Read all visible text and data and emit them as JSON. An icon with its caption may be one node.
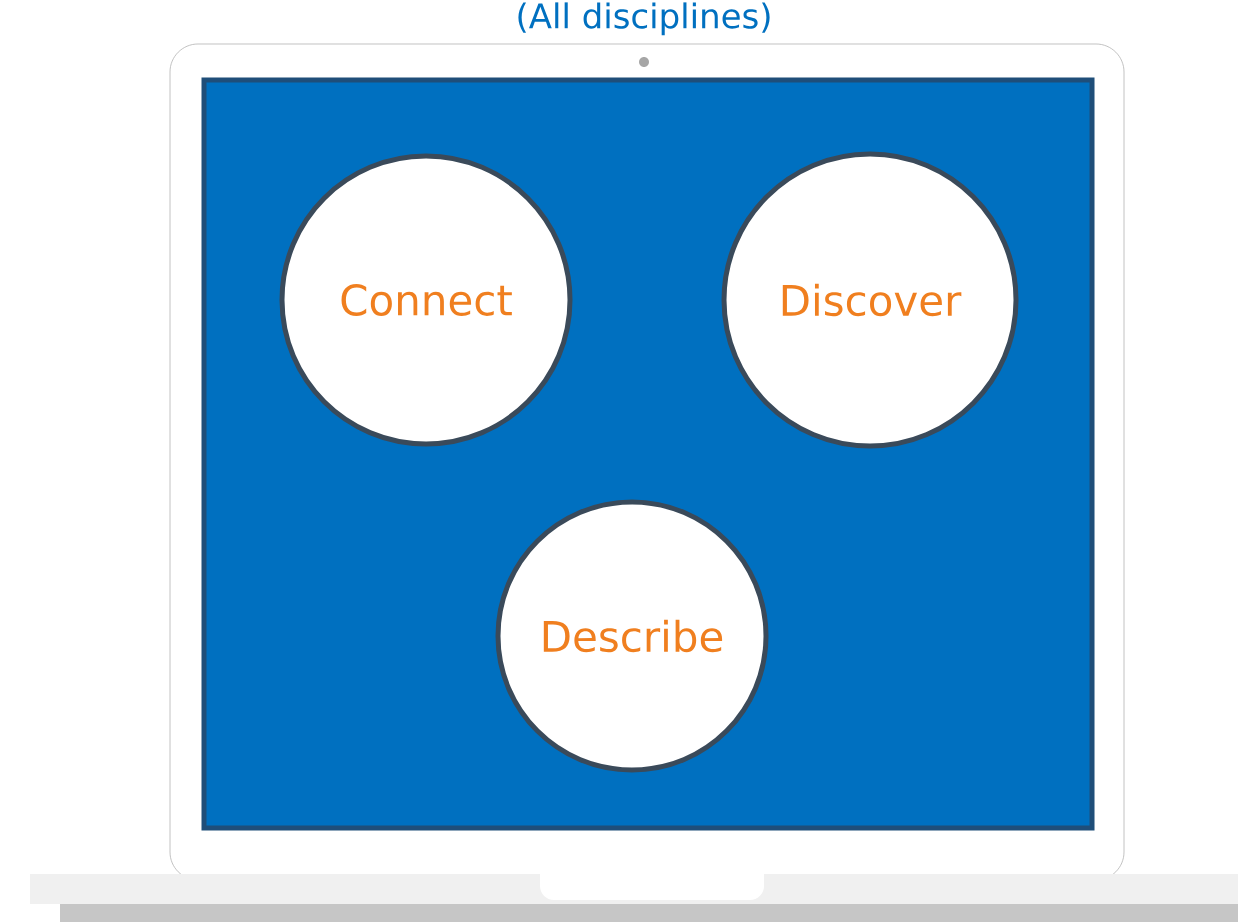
{
  "diagram": {
    "nodes": [
      {
        "text": [
          "Connect"
        ]
      },
      {
        "text": [
          "Discover"
        ]
      },
      {
        "text": [
          "Describe"
        ]
      }
    ],
    "labels": [
      "(All disciplines)"
    ]
  }
}
